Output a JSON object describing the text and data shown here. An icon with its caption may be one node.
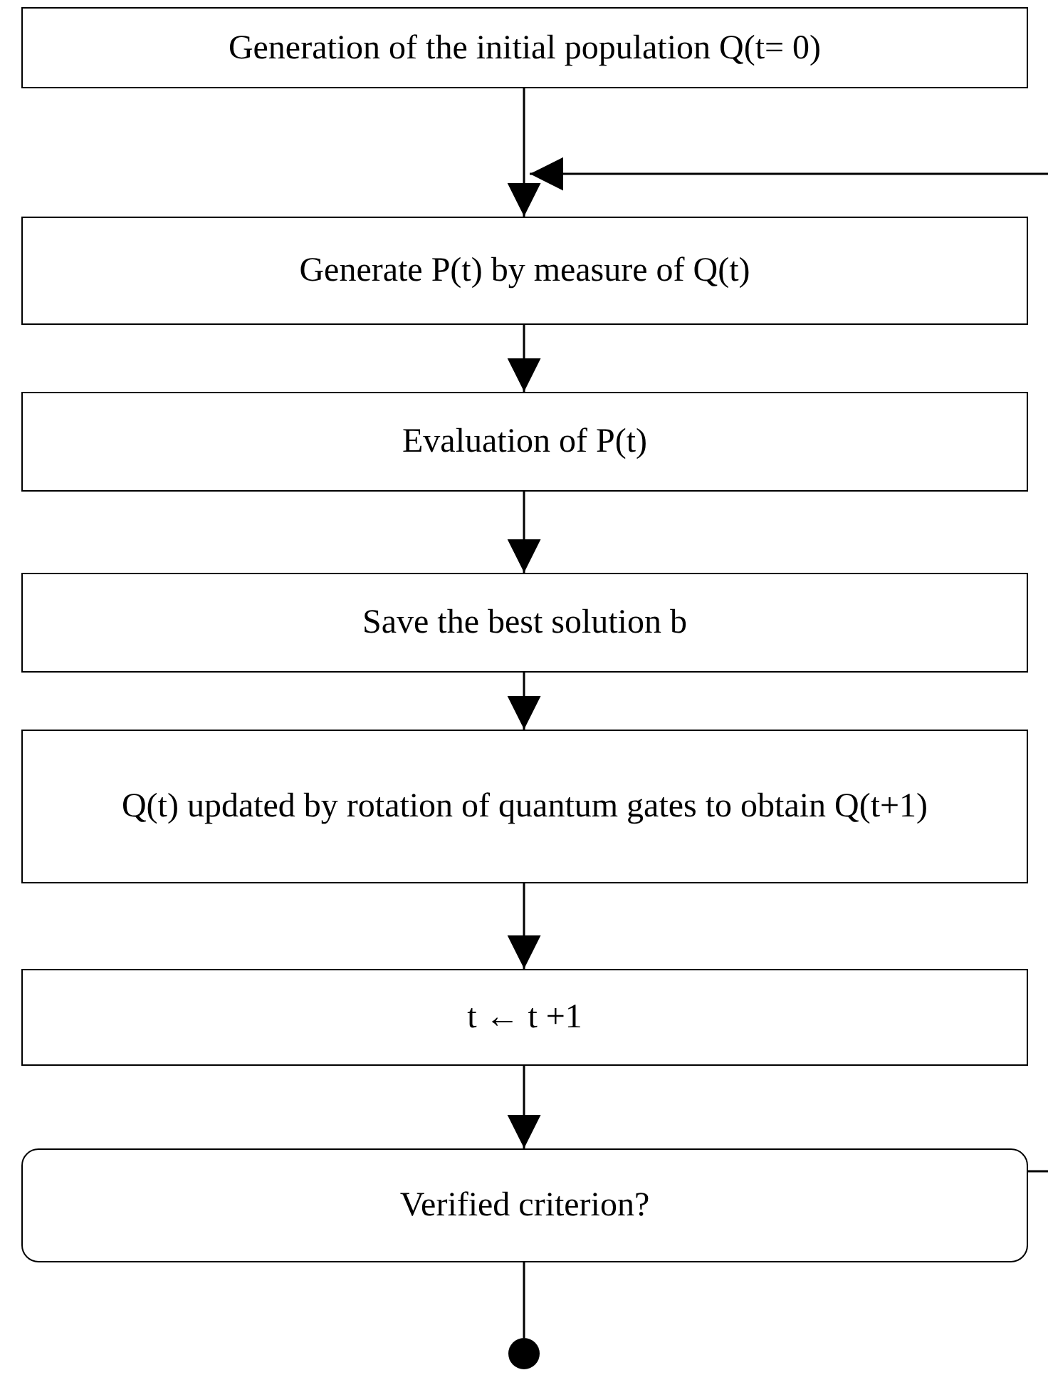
{
  "diagram": {
    "nodes": [
      {
        "text": [
          "Generation of the initial population Q(t= 0)"
        ]
      },
      {
        "text": [
          "Generate P(t) by measure of Q(t)"
        ]
      },
      {
        "text": [
          "Evaluation of P(t)"
        ]
      },
      {
        "text": [
          "Save the best solution b"
        ]
      },
      {
        "text": [
          "Q(t) updated by rotation of quantum gates to obtain Q(t+1)"
        ]
      },
      {
        "text": [
          "t ← t +1"
        ]
      },
      {
        "text": [
          "Verified criterion?"
        ]
      },
      {
        "text": [],
        "shape": "circle"
      }
    ],
    "edges": [
      {
        "from": 0,
        "to": 1,
        "arrow": "to"
      },
      {
        "from": null,
        "to": 1,
        "arrow": "to"
      },
      {
        "from": 1,
        "to": 2,
        "arrow": "to"
      },
      {
        "from": 2,
        "to": 3,
        "arrow": "to"
      },
      {
        "from": 3,
        "to": 4,
        "arrow": "to"
      },
      {
        "from": 4,
        "to": 5,
        "arrow": "to"
      },
      {
        "from": 5,
        "to": 6,
        "arrow": "to"
      },
      {
        "from": 6,
        "to": 7,
        "arrow": "none"
      },
      {
        "from": 6,
        "to": null,
        "arrow": "none"
      }
    ]
  }
}
